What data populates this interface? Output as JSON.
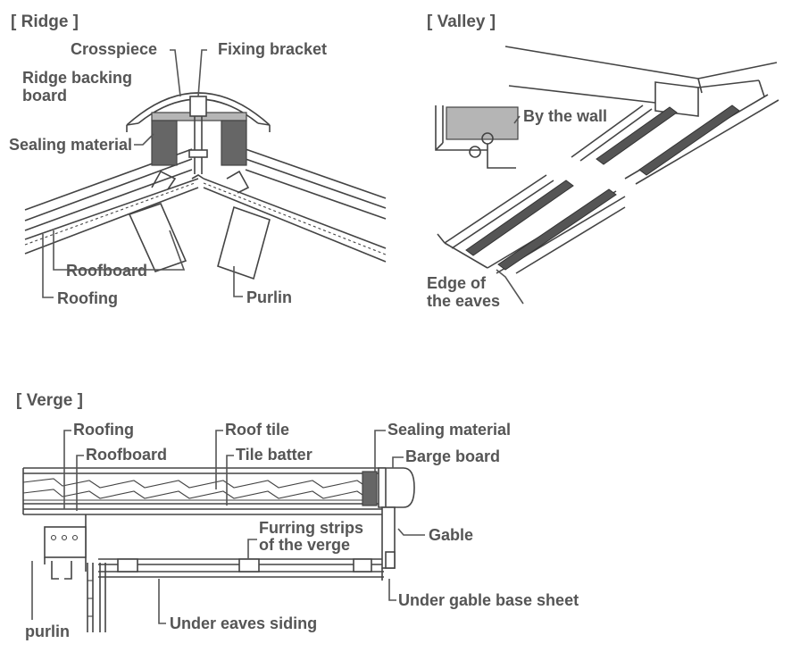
{
  "sections": {
    "ridge": {
      "title": "[ Ridge ]",
      "labels": {
        "crosspiece": "Crosspiece",
        "fixing_bracket": "Fixing bracket",
        "ridge_backing_board_line1": "Ridge backing",
        "ridge_backing_board_line2": "board",
        "sealing_material": "Sealing material",
        "roofboard": "Roofboard",
        "roofing": "Roofing",
        "purlin": "Purlin"
      }
    },
    "valley": {
      "title": "[ Valley ]",
      "labels": {
        "by_the_wall": "By the wall",
        "edge_of_the_eaves_line1": "Edge of",
        "edge_of_the_eaves_line2": "the eaves"
      }
    },
    "verge": {
      "title": "[ Verge ]",
      "labels": {
        "roofing": "Roofing",
        "roofboard": "Roofboard",
        "roof_tile": "Roof tile",
        "tile_batter": "Tile batter",
        "sealing_material": "Sealing material",
        "barge_board": "Barge board",
        "furring_strips_line1": "Furring strips",
        "furring_strips_line2": "of the verge",
        "gable": "Gable",
        "under_gable_base_sheet": "Under gable base sheet",
        "under_eaves_siding": "Under eaves siding",
        "purlin": "purlin"
      }
    }
  }
}
